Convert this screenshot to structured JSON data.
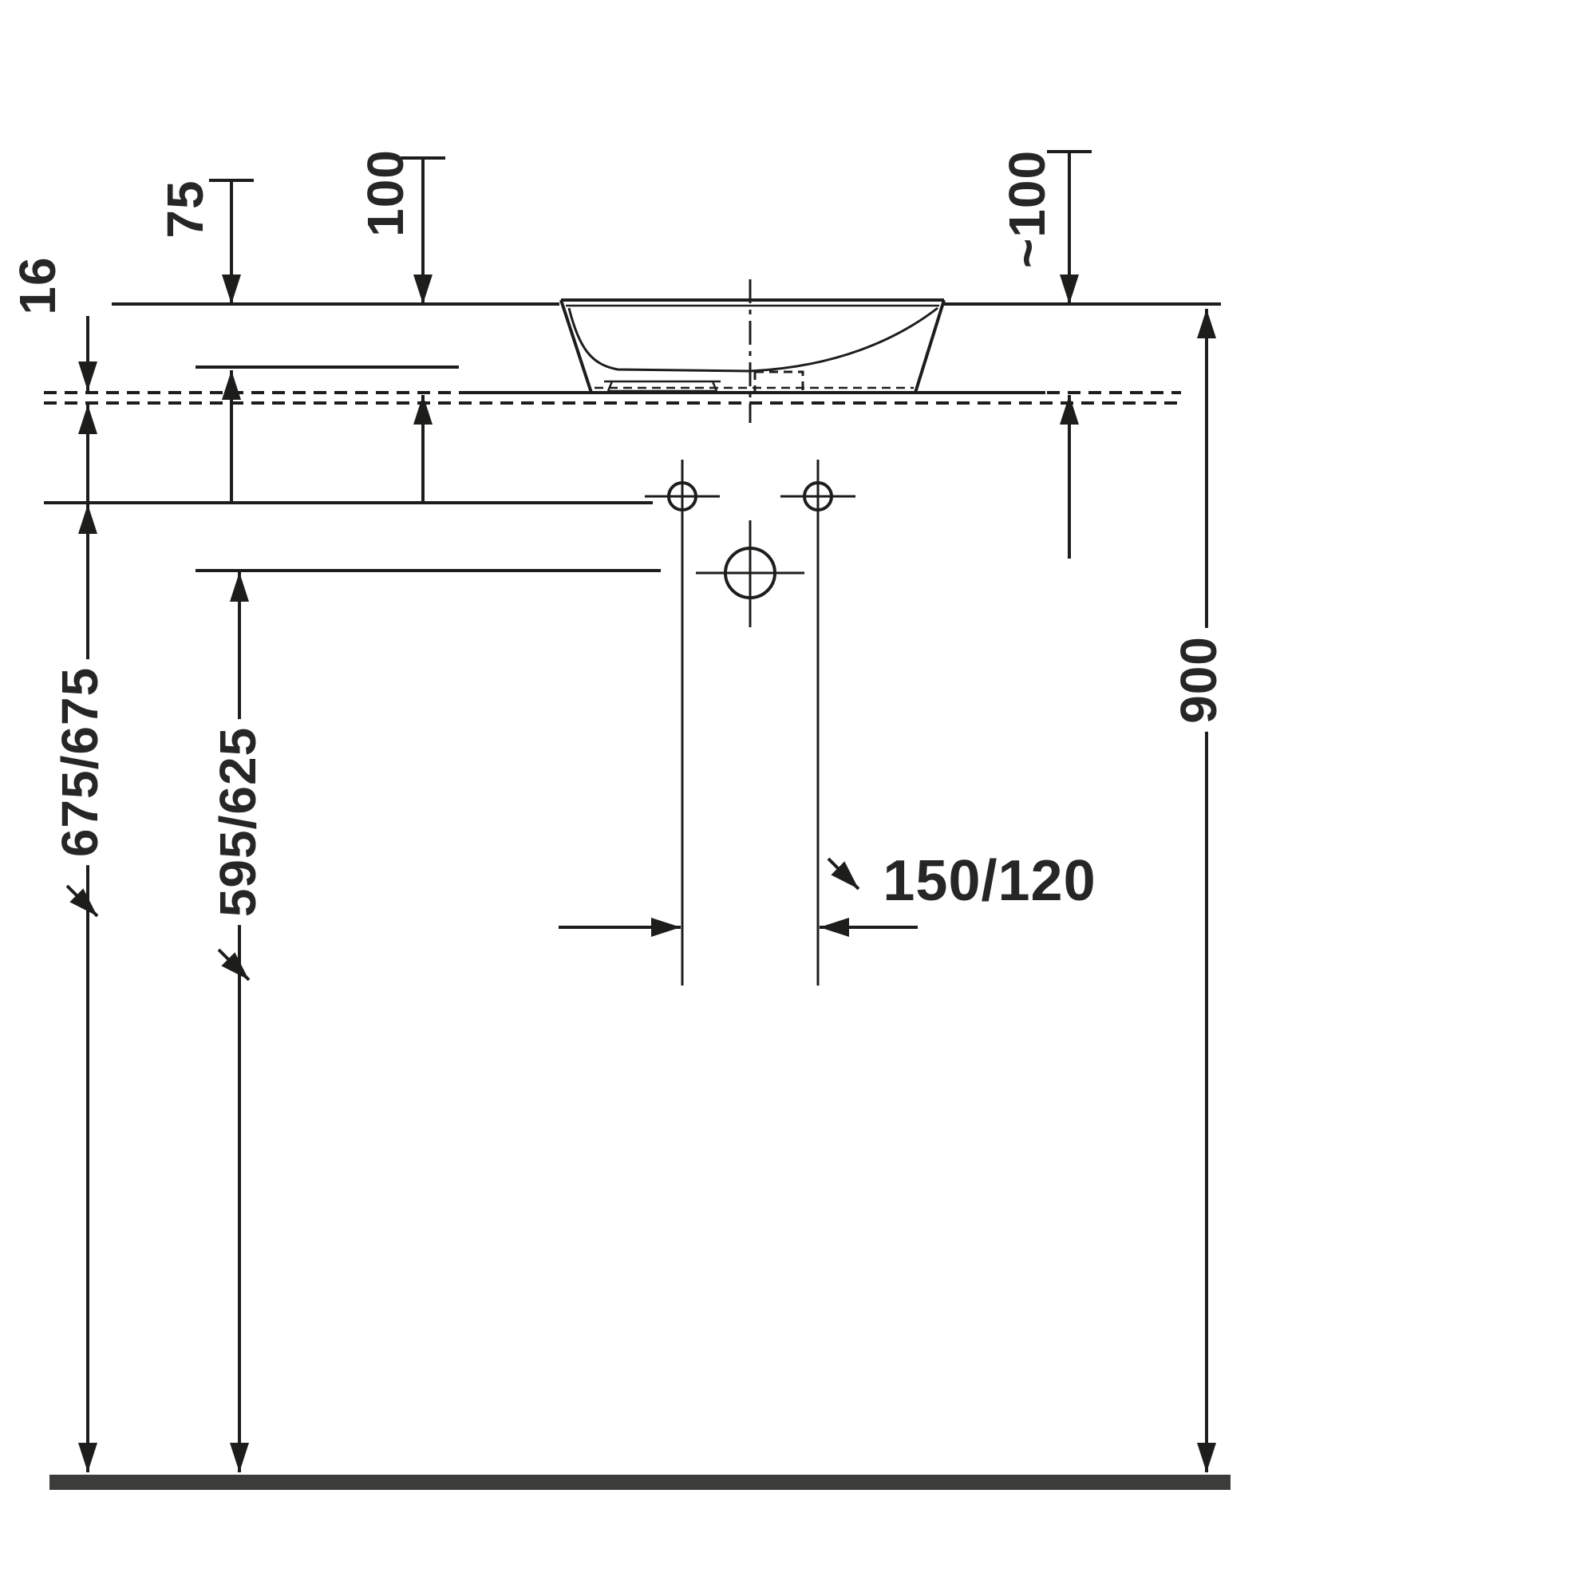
{
  "colors": {
    "background": "#ffffff",
    "line": "#1d1d1b",
    "label": "#262626",
    "floor": "#3c3c3b"
  },
  "icons": {
    "variable_dimension_marker": "diagonal-arrow-down-right"
  },
  "dimensions": {
    "slab_thickness": {
      "label": "16"
    },
    "bowl_depth": {
      "label": "75"
    },
    "height_above_counter_left": {
      "label": "100"
    },
    "height_above_counter_right": {
      "label": "~100"
    },
    "connection_height_left": {
      "label": "675/675"
    },
    "connection_height_right": {
      "label": "595/625"
    },
    "hole_spacing": {
      "label": "150/120"
    },
    "counter_height": {
      "label": "900"
    }
  }
}
